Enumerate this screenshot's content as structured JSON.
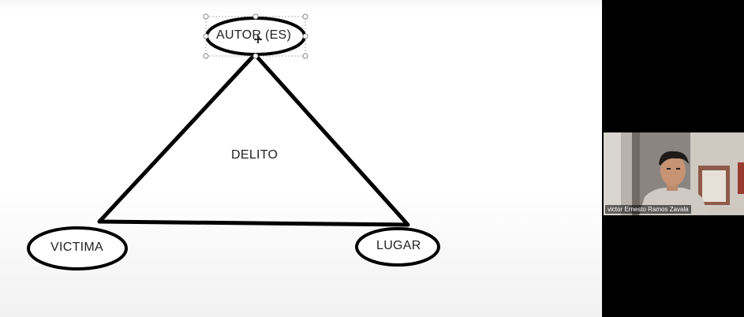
{
  "diagram": {
    "center_label": "DELITO",
    "nodes": {
      "top": "AUTOR (ES)",
      "left": "VICTIMA",
      "right": "LUGAR"
    }
  },
  "participant": {
    "name": "victor Ernesto Ramos Zavala"
  }
}
